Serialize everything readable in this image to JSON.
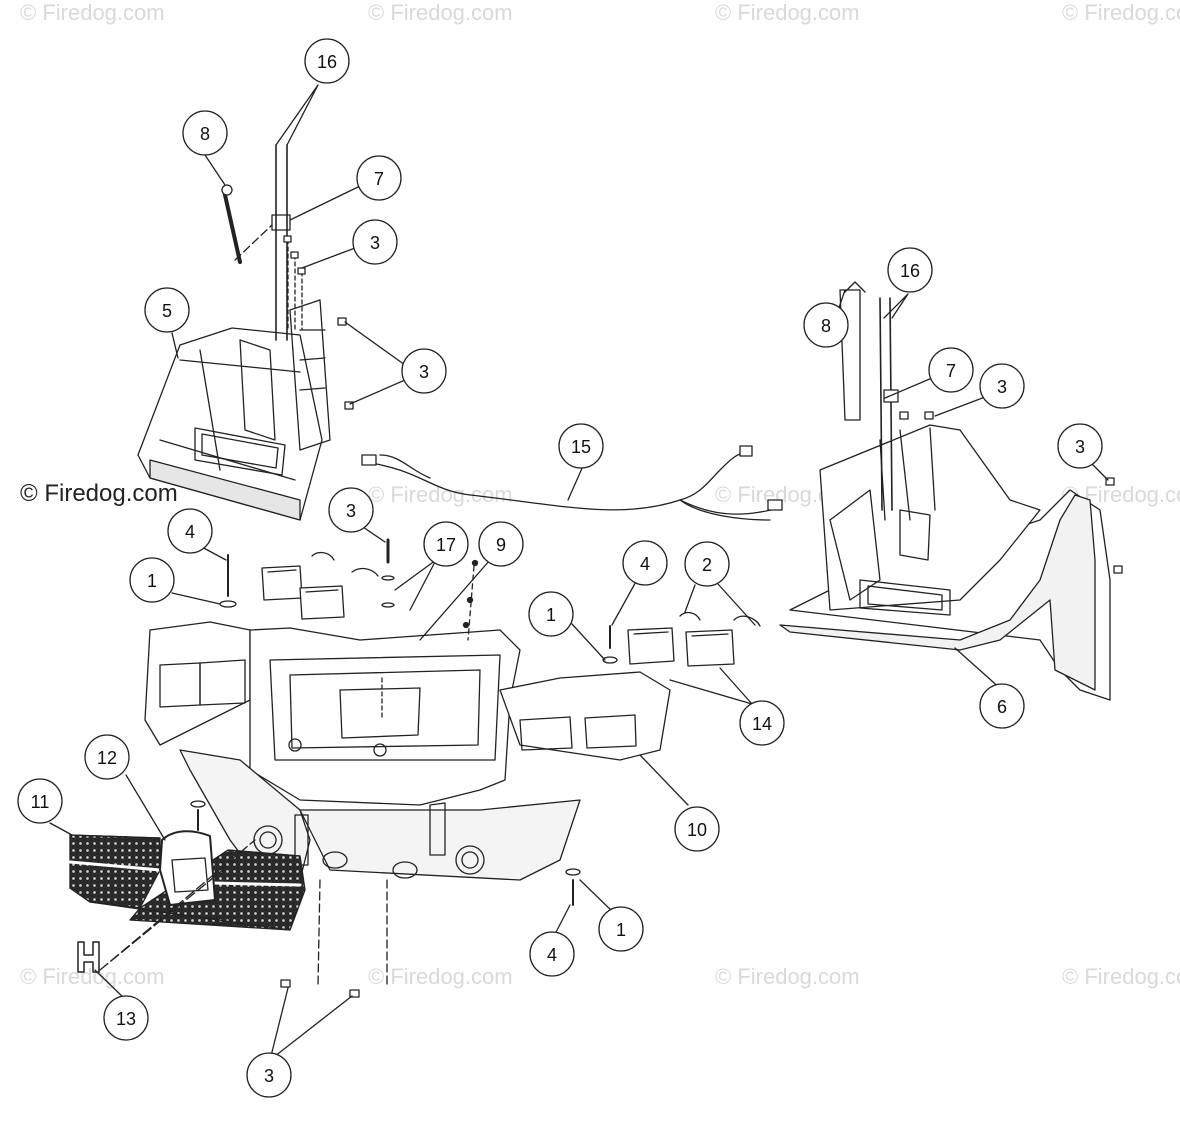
{
  "watermark": "© Firedog.com",
  "brand_label": "© Firedog.com",
  "callouts": [
    "16",
    "8",
    "7",
    "3",
    "5",
    "3",
    "16",
    "8",
    "7",
    "3",
    "3",
    "15",
    "3",
    "4",
    "17",
    "9",
    "1",
    "4",
    "2",
    "1",
    "14",
    "6",
    "11",
    "12",
    "10",
    "13",
    "4",
    "1",
    "3"
  ]
}
